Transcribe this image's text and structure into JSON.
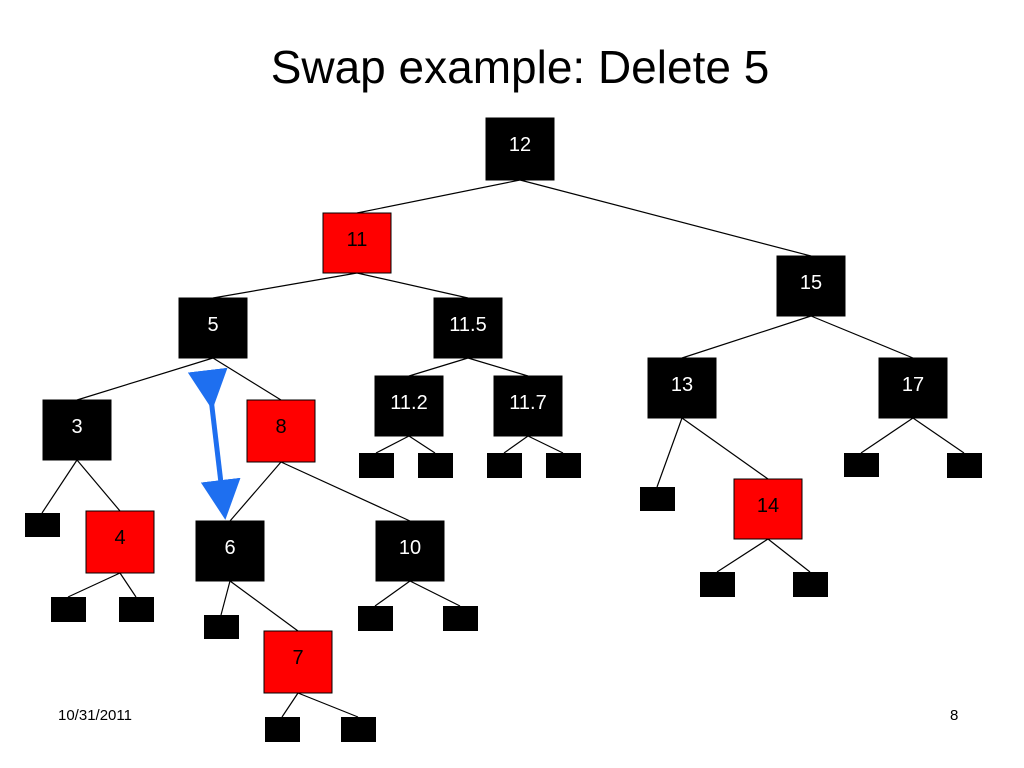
{
  "slide": {
    "title": "Swap example: Delete 5",
    "date": "10/31/2011",
    "page": "8"
  },
  "colors": {
    "black_node": "#000000",
    "red_node": "#ff0000",
    "node_text": "#ffffff",
    "edge": "#000000",
    "swap_arrow": "#1e6ff0"
  },
  "tree": {
    "nodes": [
      {
        "id": "n12",
        "label": "12",
        "color": "black"
      },
      {
        "id": "n11",
        "label": "11",
        "color": "red"
      },
      {
        "id": "n15",
        "label": "15",
        "color": "black"
      },
      {
        "id": "n5",
        "label": "5",
        "color": "black"
      },
      {
        "id": "n11_5",
        "label": "11.5",
        "color": "black"
      },
      {
        "id": "n3",
        "label": "3",
        "color": "black"
      },
      {
        "id": "n8",
        "label": "8",
        "color": "red"
      },
      {
        "id": "n11_2",
        "label": "11.2",
        "color": "black"
      },
      {
        "id": "n11_7",
        "label": "11.7",
        "color": "black"
      },
      {
        "id": "n13",
        "label": "13",
        "color": "black"
      },
      {
        "id": "n17",
        "label": "17",
        "color": "black"
      },
      {
        "id": "n4",
        "label": "4",
        "color": "red"
      },
      {
        "id": "n6",
        "label": "6",
        "color": "black"
      },
      {
        "id": "n10",
        "label": "10",
        "color": "black"
      },
      {
        "id": "n14",
        "label": "14",
        "color": "red"
      },
      {
        "id": "n7",
        "label": "7",
        "color": "red"
      }
    ],
    "swap": {
      "from": "n5",
      "to": "n6"
    }
  }
}
